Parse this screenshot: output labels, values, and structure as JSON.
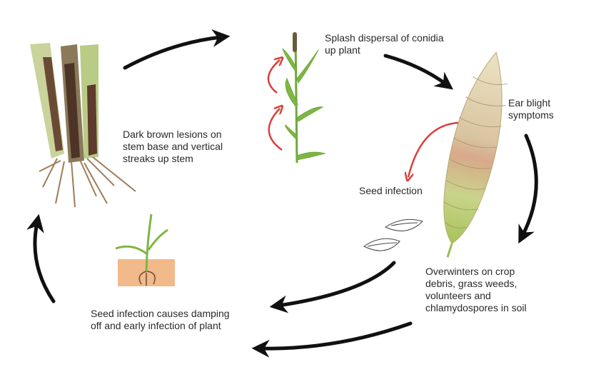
{
  "labels": {
    "stem_base": [
      "Dark brown lesions on",
      "stem base and vertical",
      "streaks up stem"
    ],
    "splash": [
      "Splash dispersal of conidia",
      "up plant"
    ],
    "ear_blight": [
      "Ear blight",
      "symptoms"
    ],
    "seed_infection": "Seed infection",
    "overwinters": [
      "Overwinters on crop",
      "debris, grass weeds,",
      "volunteers and",
      "chlamydospores in soil"
    ],
    "damping_off": [
      "Seed infection causes damping",
      "off and early infection of plant"
    ]
  },
  "colors": {
    "arrow": "#111111",
    "red_arrow": "#d9403a",
    "soil": "#f2b98a",
    "leaf": "#6fa83a"
  }
}
